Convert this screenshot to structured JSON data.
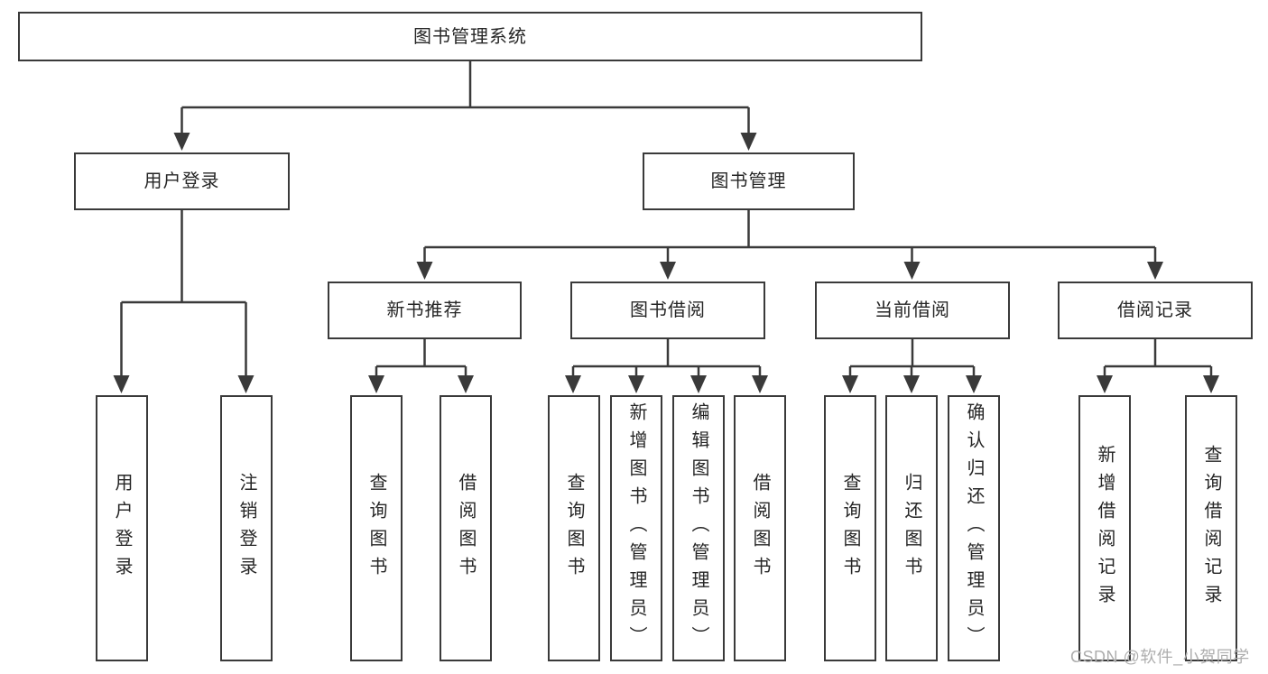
{
  "title": "图书管理系统",
  "watermark": "CSDN @软件_小贺同学",
  "colors": {
    "line": "#3a3a3a",
    "text": "#262626",
    "background": "#ffffff",
    "watermark": "#aeaeae"
  },
  "tree": {
    "label": "图书管理系统",
    "children": [
      {
        "label": "用户登录",
        "children": [
          {
            "label": "用户登录"
          },
          {
            "label": "注销登录"
          }
        ]
      },
      {
        "label": "图书管理",
        "children": [
          {
            "label": "新书推荐",
            "children": [
              {
                "label": "查询图书"
              },
              {
                "label": "借阅图书"
              }
            ]
          },
          {
            "label": "图书借阅",
            "children": [
              {
                "label": "查询图书"
              },
              {
                "label": "新增图书（管理员）"
              },
              {
                "label": "编辑图书（管理员）"
              },
              {
                "label": "借阅图书"
              }
            ]
          },
          {
            "label": "当前借阅",
            "children": [
              {
                "label": "查询图书"
              },
              {
                "label": "归还图书"
              },
              {
                "label": "确认归还（管理员）"
              }
            ]
          },
          {
            "label": "借阅记录",
            "children": [
              {
                "label": "新增借阅记录"
              },
              {
                "label": "查询借阅记录"
              }
            ]
          }
        ]
      }
    ]
  }
}
